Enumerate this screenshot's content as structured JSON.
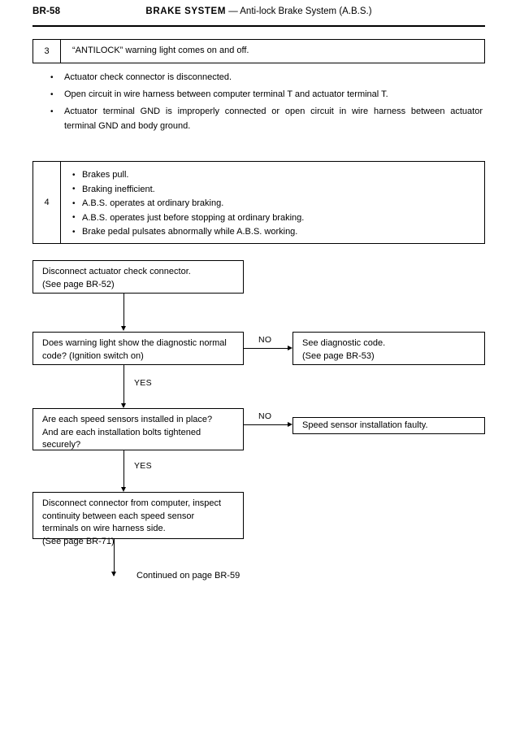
{
  "header": {
    "page_number": "BR-58",
    "title_strong": "BRAKE  SYSTEM",
    "title_light": " — Anti-lock Brake System (A.B.S.)"
  },
  "symptom_tables": [
    {
      "number": "3",
      "symptom": "“ANTILOCK” warning light comes on and off."
    },
    {
      "number": "4",
      "items": [
        "Brakes pull.",
        "Braking inefficient.",
        "A.B.S. operates at ordinary braking.",
        "A.B.S. operates just before stopping at ordinary braking.",
        "Brake pedal pulsates abnormally while A.B.S. working."
      ]
    }
  ],
  "causes": [
    "Actuator check connector is disconnected.",
    "Open circuit in wire harness between computer terminal T and actuator terminal T.",
    "Actuator terminal GND is improperly connected or open circuit in wire harness between actuator",
    "terminal GND and body ground."
  ],
  "flowchart": {
    "box1": {
      "line1": "Disconnect actuator check connector.",
      "line2": "(See page BR-52)"
    },
    "box2": {
      "line1": "Does warning light show the diagnostic normal",
      "line2": "code?   (Ignition switch on)"
    },
    "box2_no": {
      "line1": "See diagnostic code.",
      "line2": "(See page BR-53)"
    },
    "box3": {
      "line1": "Are each speed sensors installed in place?",
      "line2": "And are each installation bolts tightened",
      "line3": "securely?"
    },
    "box3_no": {
      "line1": "Speed sensor installation faulty."
    },
    "box4": {
      "line1": "Disconnect connector from computer, inspect",
      "line2": "continuity between each speed sensor",
      "line3": "terminals on wire harness side.",
      "line4": "(See page BR-71)"
    },
    "labels": {
      "no_1": "NO",
      "no_2": "NO",
      "yes_1": "YES",
      "yes_2": "YES"
    },
    "continued": "Continued on page BR-59"
  }
}
